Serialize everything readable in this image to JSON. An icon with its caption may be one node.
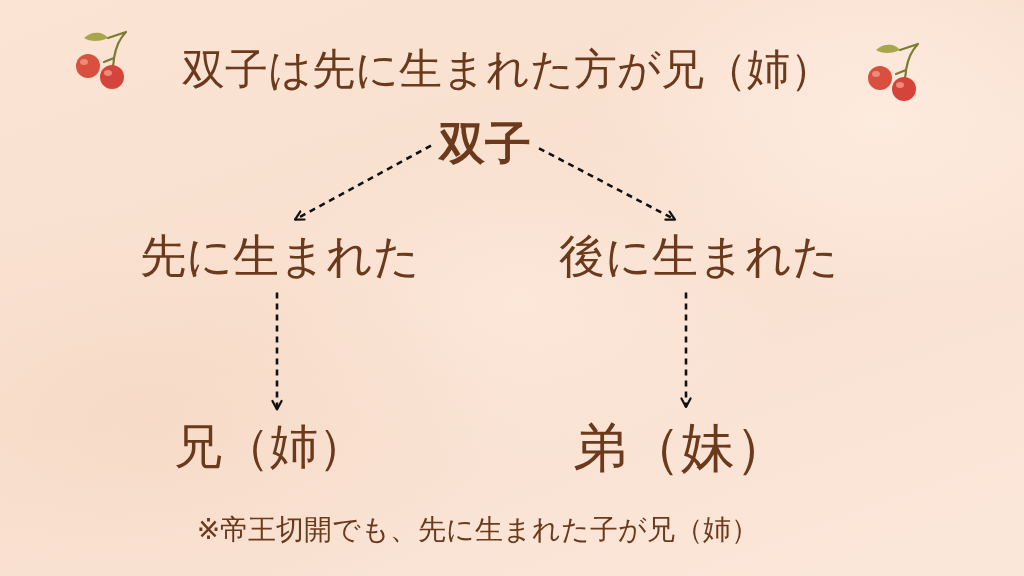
{
  "diagram": {
    "title": "双子は先に生まれた方が兄（姉）",
    "nodes": [
      {
        "text": [
          "双子"
        ]
      },
      {
        "text": [
          "先に生まれた"
        ]
      },
      {
        "text": [
          "後に生まれた"
        ]
      },
      {
        "text": [
          "兄（姉）"
        ]
      },
      {
        "text": [
          "弟（妹）"
        ]
      }
    ],
    "edges": [
      {
        "from": 0,
        "to": 1,
        "arrow": "to",
        "style": "dashed"
      },
      {
        "from": 0,
        "to": 2,
        "arrow": "to",
        "style": "dashed"
      },
      {
        "from": 1,
        "to": 3,
        "arrow": "to",
        "style": "dashed"
      },
      {
        "from": 2,
        "to": 4,
        "arrow": "to",
        "style": "dashed"
      }
    ],
    "labels": [
      "※帝王切開でも、先に生まれた子が兄（姉）"
    ]
  }
}
